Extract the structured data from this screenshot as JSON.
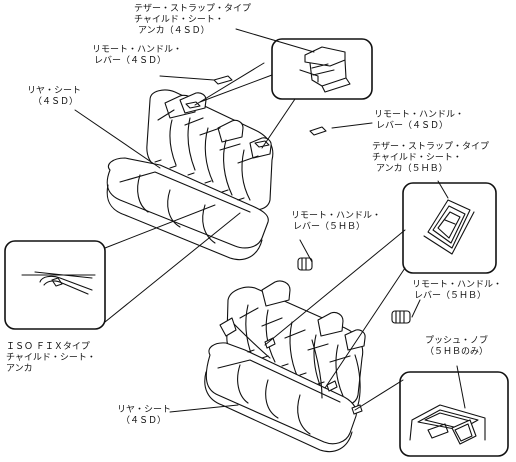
{
  "labels": {
    "tether_4sd": [
      "テザー・ストラップ・タイプ",
      "チャイルド・シート・",
      "アンカ（４ＳＤ）"
    ],
    "remote_handle_4sd_a": [
      "リモート・ハンドル・",
      "レバー（４ＳＤ）"
    ],
    "rear_seat_4sd_a": [
      "リヤ・シート",
      "（４ＳＤ）"
    ],
    "remote_handle_4sd_b": [
      "リモート・ハンドル・",
      "レバー（４ＳＤ）"
    ],
    "tether_5hb": [
      "テザー・ストラップ・タイプ",
      "チャイルド・シート・",
      "アンカ（５ＨＢ）"
    ],
    "remote_handle_5hb_a": [
      "リモート・ハンドル・",
      "レバー（５ＨＢ）"
    ],
    "remote_handle_5hb_b": [
      "リモート・ハンドル・",
      "レバー（５ＨＢ）"
    ],
    "isofix": [
      "ＩＳＯ ＦＩＸタイプ",
      "チャイルド・シート・",
      "アンカ"
    ],
    "push_knob": [
      "プッシュ・ノブ",
      "（５ＨＢのみ）"
    ],
    "rear_seat_4sd_b": [
      "リヤ・シート",
      "（４ＳＤ）"
    ]
  },
  "colors": {
    "line": "#111111",
    "fill": "#ffffff"
  }
}
